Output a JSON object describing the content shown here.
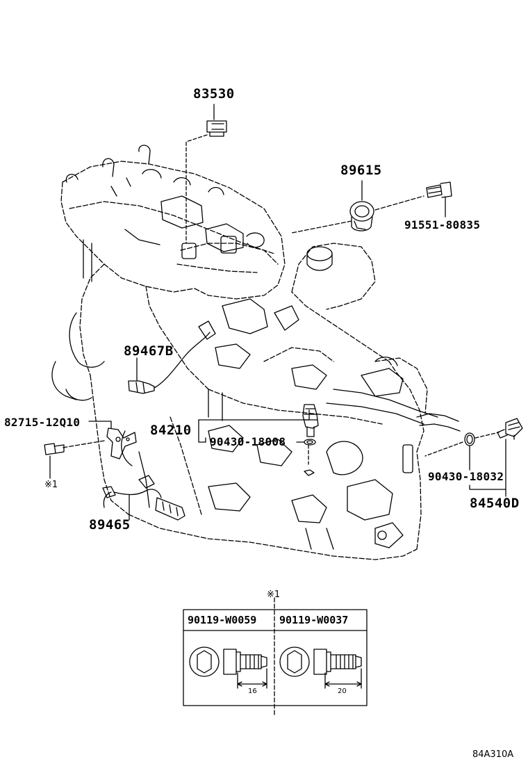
{
  "parts": {
    "p83530": "83530",
    "p89615": "89615",
    "p91551": "91551-80835",
    "p89467b": "89467B",
    "p82715": "82715-12Q10",
    "p84210": "84210",
    "p90430a": "90430-18008",
    "p90430b": "90430-18032",
    "p84540d": "84540D",
    "p89465": "89465",
    "note_mark_left": "※1",
    "note_mark_box": "※1"
  },
  "bolt_table": {
    "col1_part": "90119-W0059",
    "col2_part": "90119-W0037",
    "col1_length": "16",
    "col2_length": "20"
  },
  "diagram_ref": "84A310A"
}
